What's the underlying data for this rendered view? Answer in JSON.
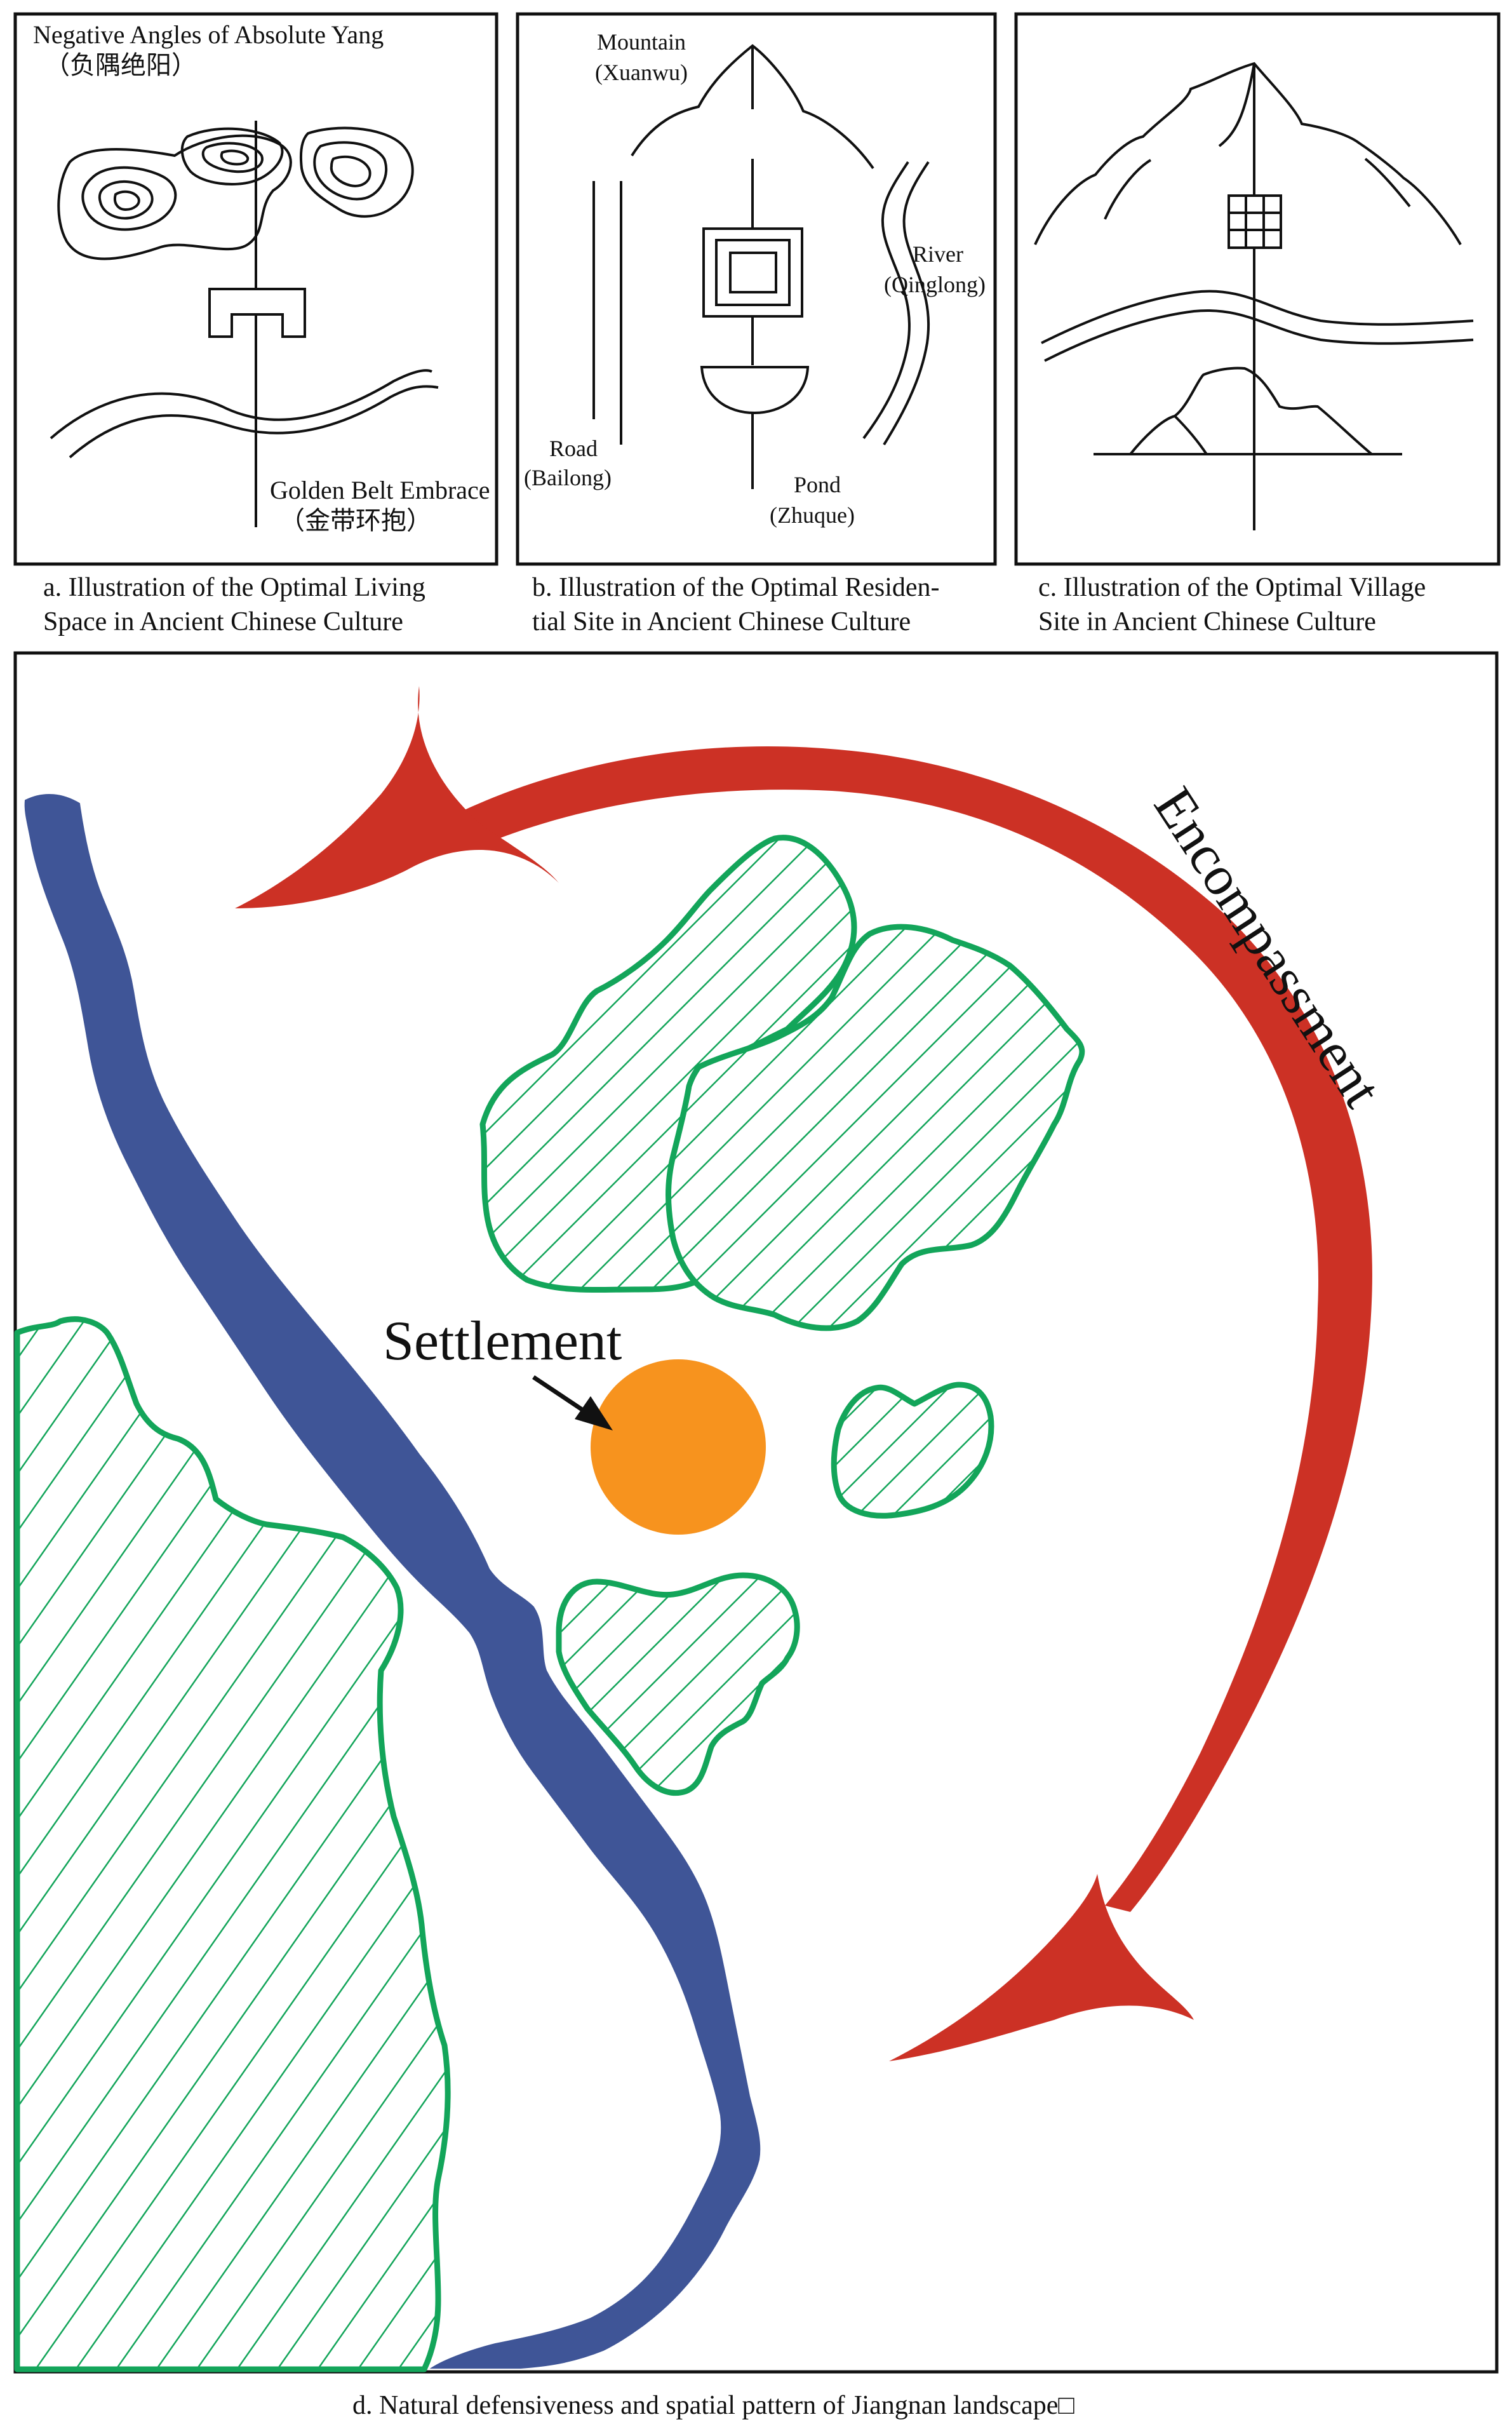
{
  "colors": {
    "water": "#3f5597",
    "vegetation": "#13a55a",
    "settlement": "#f7931e",
    "encompass_arrow": "#cc3125",
    "ink": "#111111"
  },
  "panel_a": {
    "label_top_en": "Negative Angles of Absolute Yang",
    "label_top_zh": "（负隅绝阳）",
    "label_bottom_en": "Golden Belt Embrace",
    "label_bottom_zh": "（金带环抱）",
    "caption_line1": "a. Illustration of the Optimal Living",
    "caption_line2": "Space in Ancient Chinese Culture"
  },
  "panel_b": {
    "mountain_en": "Mountain",
    "mountain_name": "(Xuanwu)",
    "river_en": "River",
    "river_name": "(Qinglong)",
    "road_en": "Road",
    "road_name": "(Bailong)",
    "pond_en": "Pond",
    "pond_name": "(Zhuque)",
    "caption_line1": "b. Illustration of the Optimal Residen-",
    "caption_line2": "tial Site in Ancient Chinese Culture"
  },
  "panel_c": {
    "caption_line1": "c. Illustration of the Optimal Village",
    "caption_line2": "Site in Ancient Chinese Culture"
  },
  "panel_d": {
    "settlement_label": "Settlement",
    "encompassment_label": "Encompassment",
    "caption": "d. Natural defensiveness and spatial pattern of Jiangnan landscape□"
  }
}
